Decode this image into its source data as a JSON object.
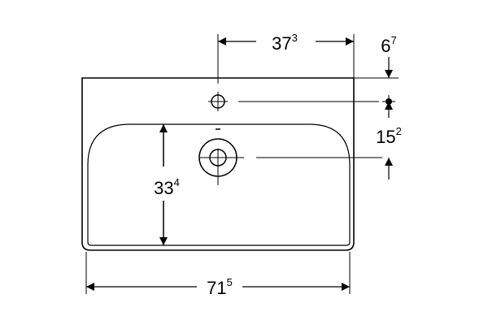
{
  "drawing": {
    "dimensions": {
      "tap_offset": {
        "value": "37",
        "superscript": "3"
      },
      "deck_height": {
        "value": "6",
        "superscript": "7"
      },
      "drain_offset": {
        "value": "15",
        "superscript": "2"
      },
      "basin_depth": {
        "value": "33",
        "superscript": "4"
      },
      "overall_width": {
        "value": "71",
        "superscript": "5"
      }
    }
  }
}
